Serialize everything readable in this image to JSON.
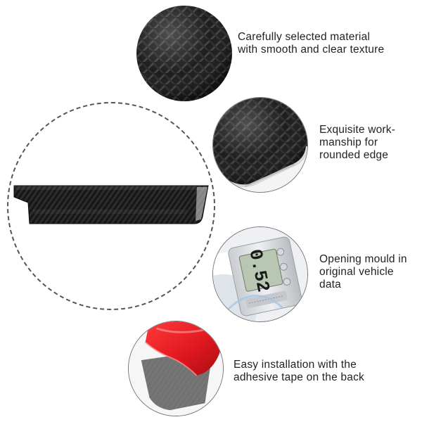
{
  "colors": {
    "carbon_dark": "#141414",
    "carbon_light": "#3a3a3a",
    "tape_red": "#e01820",
    "caption_text": "#222222",
    "dashed_outline": "#555555"
  },
  "features": [
    {
      "icon": "carbon-fiber-texture",
      "lines": [
        "Carefully selected material",
        "with smooth and clear texture"
      ]
    },
    {
      "icon": "rounded-edge-closeup",
      "lines": [
        "Exquisite work-",
        "manship for",
        "rounded edge"
      ]
    },
    {
      "icon": "digital-caliper",
      "lines": [
        "Opening mould in",
        "original vehicle",
        "data"
      ],
      "caliper_reading": "0.52"
    },
    {
      "icon": "adhesive-tape",
      "lines": [
        "Easy installation with the",
        "adhesive tape on the back"
      ]
    }
  ]
}
